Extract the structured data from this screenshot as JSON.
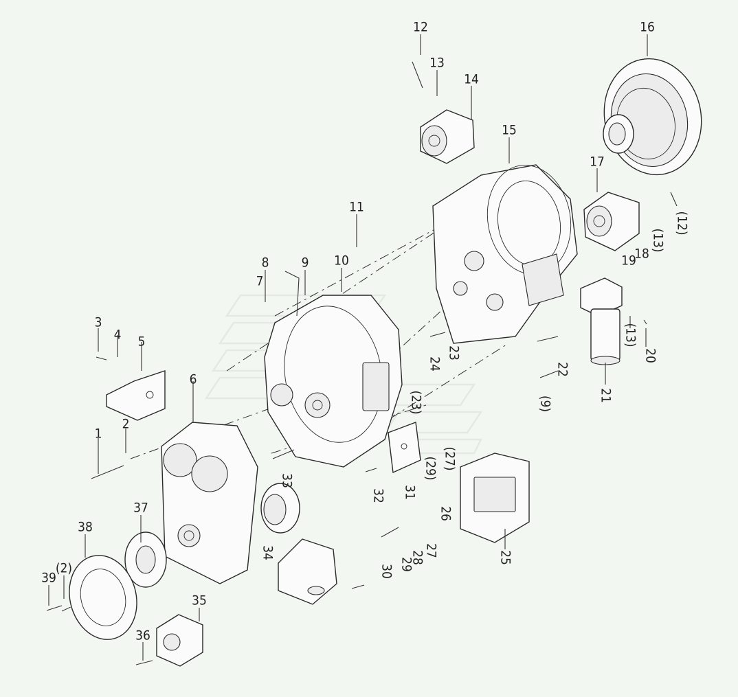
{
  "diagram": {
    "background": "#f3f7f2",
    "callouts": [
      {
        "id": "12",
        "text": "12"
      },
      {
        "id": "13",
        "text": "13"
      },
      {
        "id": "14",
        "text": "14"
      },
      {
        "id": "16",
        "text": "16"
      },
      {
        "id": "15",
        "text": "15"
      },
      {
        "id": "17",
        "text": "17"
      },
      {
        "id": "12b",
        "text": "(12)"
      },
      {
        "id": "13b",
        "text": "(13)"
      },
      {
        "id": "18",
        "text": "18"
      },
      {
        "id": "19",
        "text": "19"
      },
      {
        "id": "11",
        "text": "11"
      },
      {
        "id": "10",
        "text": "10"
      },
      {
        "id": "9",
        "text": "9"
      },
      {
        "id": "8",
        "text": "8"
      },
      {
        "id": "7",
        "text": "7"
      },
      {
        "id": "3",
        "text": "3"
      },
      {
        "id": "4",
        "text": "4"
      },
      {
        "id": "5",
        "text": "5"
      },
      {
        "id": "6",
        "text": "6"
      },
      {
        "id": "24",
        "text": "24"
      },
      {
        "id": "23",
        "text": "23"
      },
      {
        "id": "22",
        "text": "22"
      },
      {
        "id": "13c",
        "text": "(13)"
      },
      {
        "id": "20",
        "text": "20"
      },
      {
        "id": "21",
        "text": "21"
      },
      {
        "id": "9b",
        "text": "(9)"
      },
      {
        "id": "23b",
        "text": "(23)"
      },
      {
        "id": "1",
        "text": "1"
      },
      {
        "id": "2",
        "text": "2"
      },
      {
        "id": "33",
        "text": "33"
      },
      {
        "id": "32",
        "text": "32"
      },
      {
        "id": "31",
        "text": "31"
      },
      {
        "id": "29b",
        "text": "(29)"
      },
      {
        "id": "27b",
        "text": "(27)"
      },
      {
        "id": "26",
        "text": "26"
      },
      {
        "id": "25",
        "text": "25"
      },
      {
        "id": "37",
        "text": "37"
      },
      {
        "id": "38",
        "text": "38"
      },
      {
        "id": "34",
        "text": "34"
      },
      {
        "id": "30",
        "text": "30"
      },
      {
        "id": "29",
        "text": "29"
      },
      {
        "id": "28",
        "text": "28"
      },
      {
        "id": "27",
        "text": "27"
      },
      {
        "id": "39",
        "text": "39"
      },
      {
        "id": "2b",
        "text": "(2)"
      },
      {
        "id": "35",
        "text": "35"
      },
      {
        "id": "36",
        "text": "36"
      }
    ]
  }
}
